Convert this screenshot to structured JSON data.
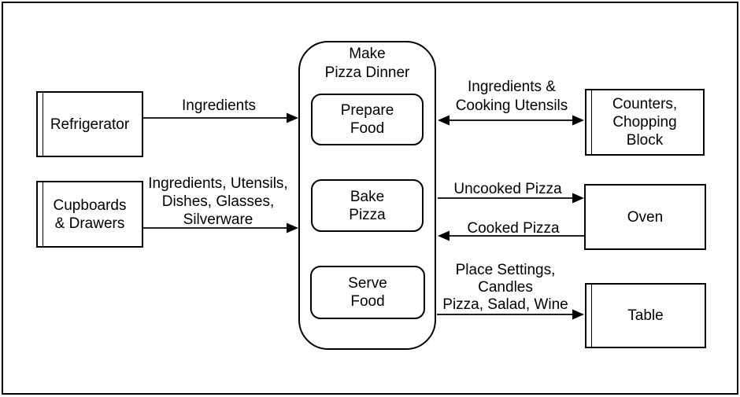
{
  "colors": {
    "line": "#000000",
    "background": "#ffffff",
    "text": "#000000"
  },
  "process": {
    "title": [
      "Make",
      "Pizza Dinner"
    ],
    "steps": [
      {
        "id": "prepare-food",
        "lines": [
          "Prepare",
          "Food"
        ]
      },
      {
        "id": "bake-pizza",
        "lines": [
          "Bake",
          "Pizza"
        ]
      },
      {
        "id": "serve-food",
        "lines": [
          "Serve",
          "Food"
        ]
      }
    ]
  },
  "entities": [
    {
      "id": "refrigerator",
      "lines": [
        "Refrigerator"
      ]
    },
    {
      "id": "cupboards-drawers",
      "lines": [
        "Cupboards",
        "& Drawers"
      ]
    },
    {
      "id": "counters-chopping-block",
      "lines": [
        "Counters,",
        "Chopping",
        "Block"
      ]
    },
    {
      "id": "oven",
      "lines": [
        "Oven"
      ]
    },
    {
      "id": "table",
      "lines": [
        "Table"
      ]
    }
  ],
  "flows": [
    {
      "id": "ingredients",
      "direction": "right",
      "lines": [
        "Ingredients"
      ]
    },
    {
      "id": "pantry-items",
      "direction": "right",
      "lines": [
        "Ingredients, Utensils,",
        "Dishes, Glasses,",
        "Silverware"
      ]
    },
    {
      "id": "ingredients-cooking-utensils",
      "direction": "both",
      "lines": [
        "Ingredients &",
        "Cooking Utensils"
      ]
    },
    {
      "id": "uncooked-pizza",
      "direction": "right",
      "lines": [
        "Uncooked Pizza"
      ]
    },
    {
      "id": "cooked-pizza",
      "direction": "left",
      "lines": [
        "Cooked Pizza"
      ]
    },
    {
      "id": "table-items",
      "direction": "right",
      "lines": [
        "Place Settings,",
        "Candles",
        "Pizza, Salad, Wine"
      ]
    }
  ]
}
